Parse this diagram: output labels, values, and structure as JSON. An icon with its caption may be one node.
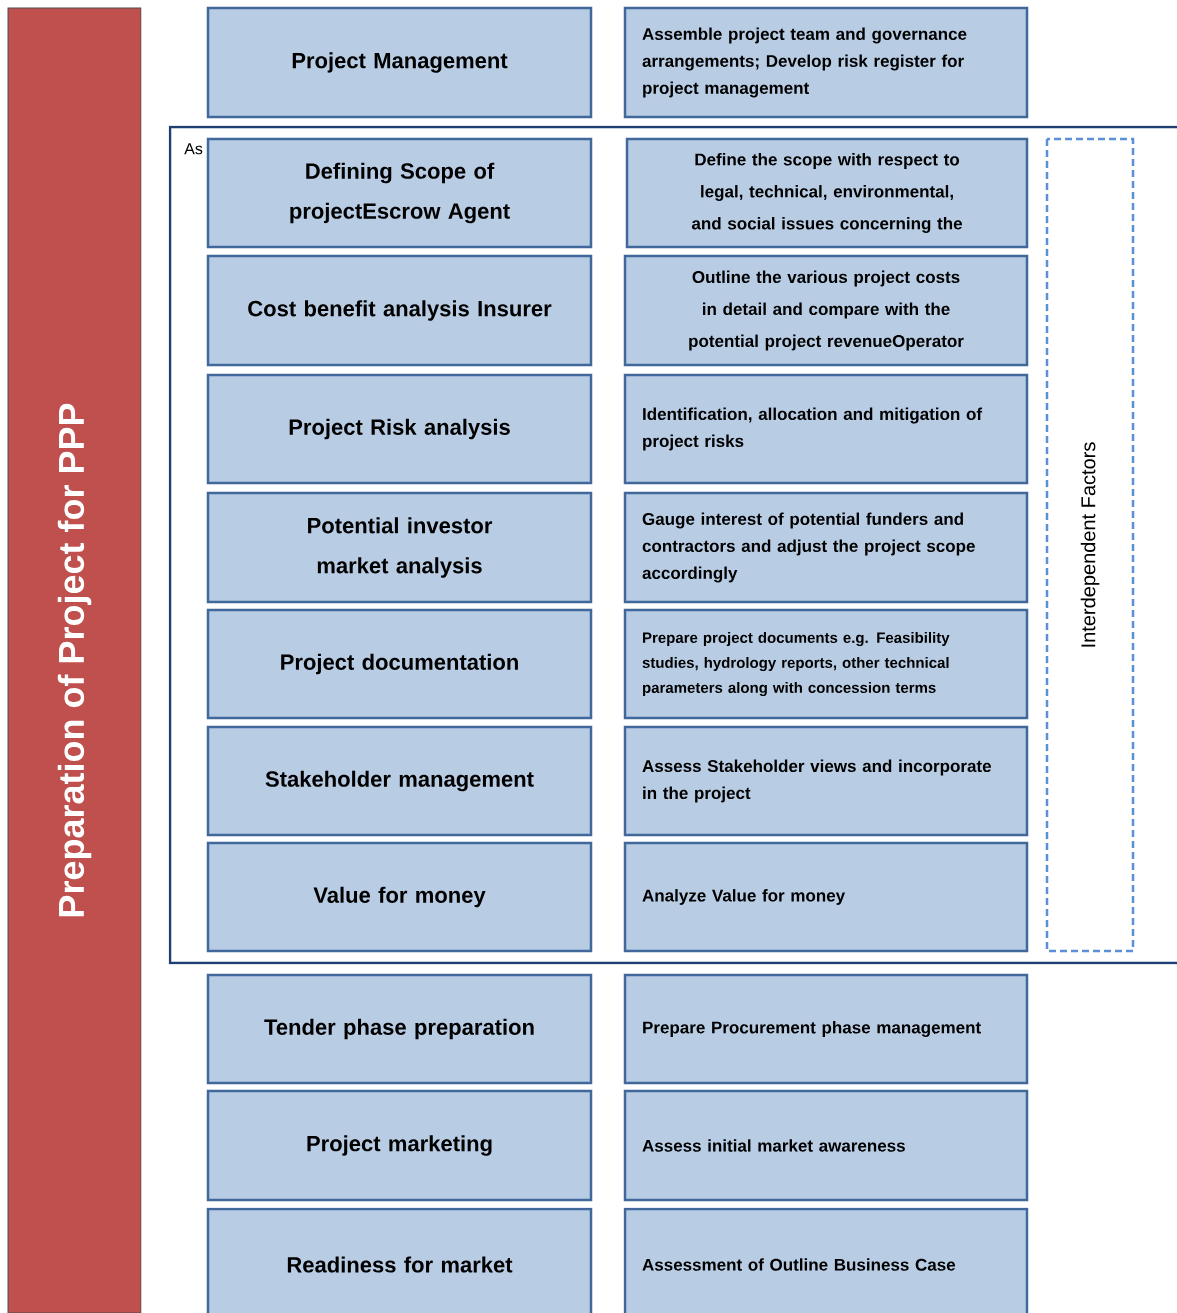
{
  "diagram": {
    "nodes": [
      {
        "text": [
          "Preparation of Project for PPP"
        ]
      },
      {
        "text": [
          "Project Management"
        ]
      },
      {
        "text": [
          "Assemble project team and governance arrangements; Develop risk register for project management"
        ]
      },
      {
        "text": [
          "As"
        ]
      },
      {
        "text": [
          "Defining Scope of projectEscrow Agent"
        ],
        "in": 3
      },
      {
        "text": [
          "Define the scope with respect to legal, technical, environmental, and social issues concerning the"
        ],
        "in": 3
      },
      {
        "text": [
          "Cost benefit analysis Insurer"
        ],
        "in": 3
      },
      {
        "text": [
          "Outline the various project costs in detail and compare with the potential project revenueOperator"
        ],
        "in": 3
      },
      {
        "text": [
          "Project Risk analysis"
        ],
        "in": 3
      },
      {
        "text": [
          "Identification, allocation and mitigation of project risks"
        ],
        "in": 3
      },
      {
        "text": [
          "Potential investor market analysis"
        ],
        "in": 3
      },
      {
        "text": [
          "Gauge interest of potential funders and contractors and adjust the project scope accordingly"
        ],
        "in": 3
      },
      {
        "text": [
          "Project documentation"
        ],
        "in": 3
      },
      {
        "text": [
          "Prepare project documents e.g. Feasibility studies, hydrology reports, other technical parameters along with concession terms"
        ],
        "in": 3
      },
      {
        "text": [
          "Stakeholder management"
        ],
        "in": 3
      },
      {
        "text": [
          "Assess Stakeholder views and incorporate in the project"
        ],
        "in": 3
      },
      {
        "text": [
          "Value for money"
        ],
        "in": 3
      },
      {
        "text": [
          "Analyze Value for money"
        ],
        "in": 3
      },
      {
        "text": [
          "Interdependent Factors"
        ],
        "in": 3
      },
      {
        "text": [
          "Tender phase preparation"
        ]
      },
      {
        "text": [
          "Prepare Procurement phase management"
        ]
      },
      {
        "text": [
          "Project marketing"
        ]
      },
      {
        "text": [
          "Assess initial market awareness"
        ]
      },
      {
        "text": [
          "Readiness for market"
        ]
      },
      {
        "text": [
          "Assessment of Outline Business Case"
        ]
      }
    ],
    "edges": []
  }
}
